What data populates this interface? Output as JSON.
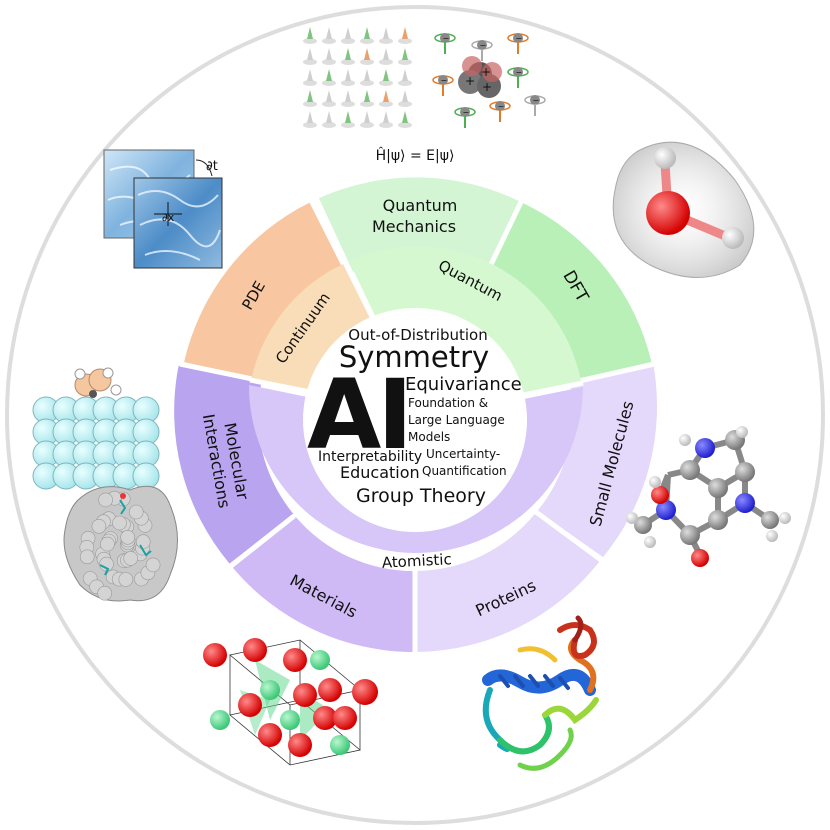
{
  "center": {
    "ai": "AI",
    "out_of_distribution": "Out-of-Distribution",
    "symmetry": "Symmetry",
    "equivariance": "Equivariance",
    "foundation_line1": "Foundation &",
    "foundation_line2": "Large Language",
    "foundation_line3": "Models",
    "uncertainty_line1": "Uncertainty-",
    "uncertainty_line2": "Quantification",
    "interpretability": "Interpretability",
    "education": "Education",
    "group_theory": "Group Theory"
  },
  "inner_ring": {
    "continuum": "Continuum",
    "quantum": "Quantum",
    "atomistic": "Atomistic"
  },
  "outer_ring": {
    "pde": "PDE",
    "qm_line1": "Quantum",
    "qm_line2": "Mechanics",
    "dft": "DFT",
    "small_molecules": "Small Molecules",
    "proteins": "Proteins",
    "materials": "Materials",
    "mi_line1": "Molecular",
    "mi_line2": "Interactions"
  },
  "equations": {
    "schrodinger": "Ĥ|ψ⟩ = E|ψ⟩",
    "partial_t": "∂t",
    "partial_x": "∂x"
  },
  "colors": {
    "pde": "#f8c6a0",
    "continuum": "#f9ddb8",
    "quantum_mech": "#d4f5d4",
    "dft": "#b8f0b8",
    "quantum_inner": "#d6f8d0",
    "purple_dark": "#b9a4f0",
    "purple_mid": "#cfbaf6",
    "purple_light": "#e4d8fb",
    "atomistic": "#d7c6f8"
  }
}
